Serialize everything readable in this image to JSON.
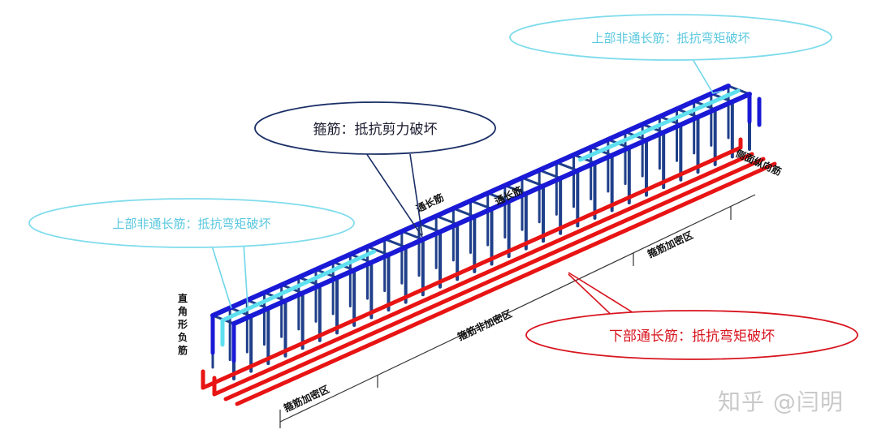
{
  "callouts": {
    "top_right": "上部非通长筋：抵抗弯矩破坏",
    "top_left": "上部非通长筋：抵抗弯矩破坏",
    "stirrup": "箍筋：抵抗剪力破坏",
    "bottom": "下部通长筋：抵抗弯矩破坏"
  },
  "beam_labels": {
    "left_vertical": "直角形负筋",
    "top_through_1": "通长筋",
    "top_through_2": "通长筋",
    "side_rebar": "侧面纵向筋",
    "zone_dense_left": "箍筋加密区",
    "zone_normal": "箍筋非加密区",
    "zone_dense_right": "箍筋加密区"
  },
  "watermark": "知乎 @闫明",
  "colors": {
    "top_bar": "#1a1ad6",
    "top_bar_light": "#5ee0f0",
    "stirrup": "#1f3f8a",
    "bottom_bar": "#e81414",
    "callout_cyan": "#7fdcec",
    "callout_navy": "#1a2f66",
    "callout_red": "#d8141e"
  }
}
